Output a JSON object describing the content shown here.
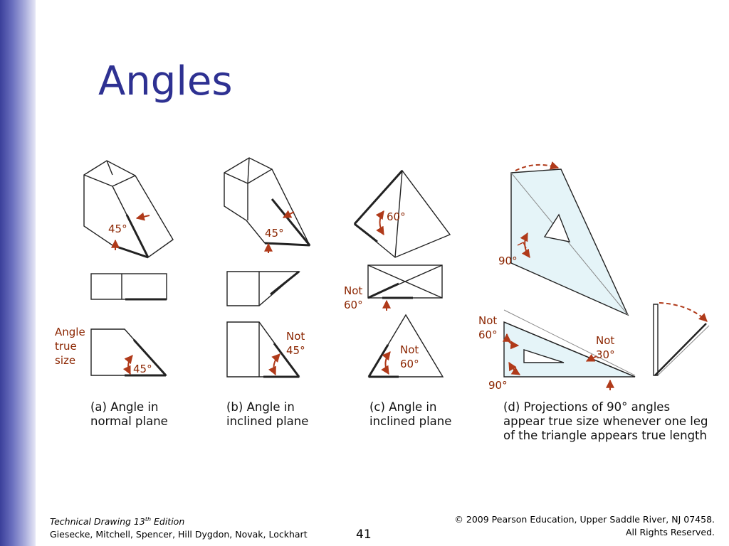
{
  "slide": {
    "title": "Angles",
    "page_number": "41"
  },
  "figure": {
    "captions": {
      "a": [
        "(a) Angle in",
        "normal plane"
      ],
      "b": [
        "(b) Angle in",
        "inclined plane"
      ],
      "c": [
        "(c) Angle in",
        "inclined plane"
      ],
      "d": [
        "(d) Projections of 90° angles",
        "appear true size whenever one leg",
        "of the triangle appears true length"
      ]
    },
    "labels": {
      "a_top": "45°",
      "a_bottom_angle": "45°",
      "a_side": [
        "Angle",
        "true",
        "size"
      ],
      "b_top": "45°",
      "b_bottom": [
        "Not",
        "45°"
      ],
      "c_top": "60°",
      "c_middle": [
        "Not",
        "60°"
      ],
      "c_bottom": [
        "Not",
        "60°"
      ],
      "d_top": "90°",
      "d_left": [
        "Not",
        "60°"
      ],
      "d_right": [
        "Not",
        "30°"
      ],
      "d_bottom": "90°"
    }
  },
  "footer": {
    "book_title": "Technical Drawing  13",
    "edition_sup": "th",
    "edition_word": " Edition",
    "authors": "Giesecke, Mitchell, Spencer, Hill Dygdon, Novak, Lockhart",
    "copyright": "© 2009 Pearson Education, Upper Saddle River, NJ 07458.",
    "rights": "All Rights Reserved."
  },
  "colors": {
    "title": "#2e3192",
    "label": "#8b2500",
    "arrow": "#b03a1a",
    "triangle_fill": "#dff1f6"
  }
}
